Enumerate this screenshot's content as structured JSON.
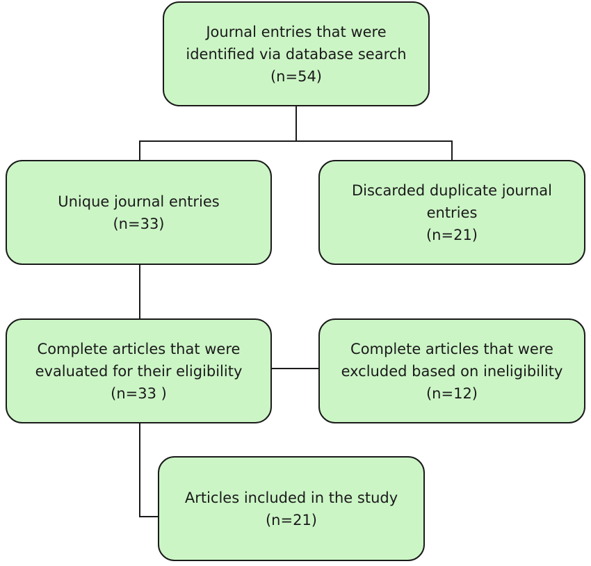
{
  "diagram": {
    "nodes": {
      "identified": {
        "lines": [
          "Journal entries that were",
          "identified via database search",
          "(n=54)"
        ]
      },
      "unique": {
        "lines": [
          "Unique journal entries",
          "(n=33)"
        ]
      },
      "discarded": {
        "lines": [
          "Discarded duplicate journal",
          "entries",
          "(n=21)"
        ]
      },
      "evaluated": {
        "lines": [
          "Complete articles that were",
          "evaluated for their eligibility",
          "(n=33 )"
        ]
      },
      "excluded": {
        "lines": [
          "Complete articles that were",
          "excluded based on ineligibility",
          "(n=12)"
        ]
      },
      "included": {
        "lines": [
          "Articles included in the study",
          "(n=21)"
        ]
      }
    },
    "edges": [
      {
        "from": "identified",
        "to": "unique"
      },
      {
        "from": "identified",
        "to": "discarded"
      },
      {
        "from": "unique",
        "to": "evaluated"
      },
      {
        "from": "evaluated",
        "to": "excluded"
      },
      {
        "from": "evaluated",
        "to": "included"
      }
    ],
    "colors": {
      "box_fill": "#ccf5c6",
      "box_border": "#1a1a1a",
      "connector": "#1a1a1a",
      "text": "#1a1a1a"
    }
  }
}
